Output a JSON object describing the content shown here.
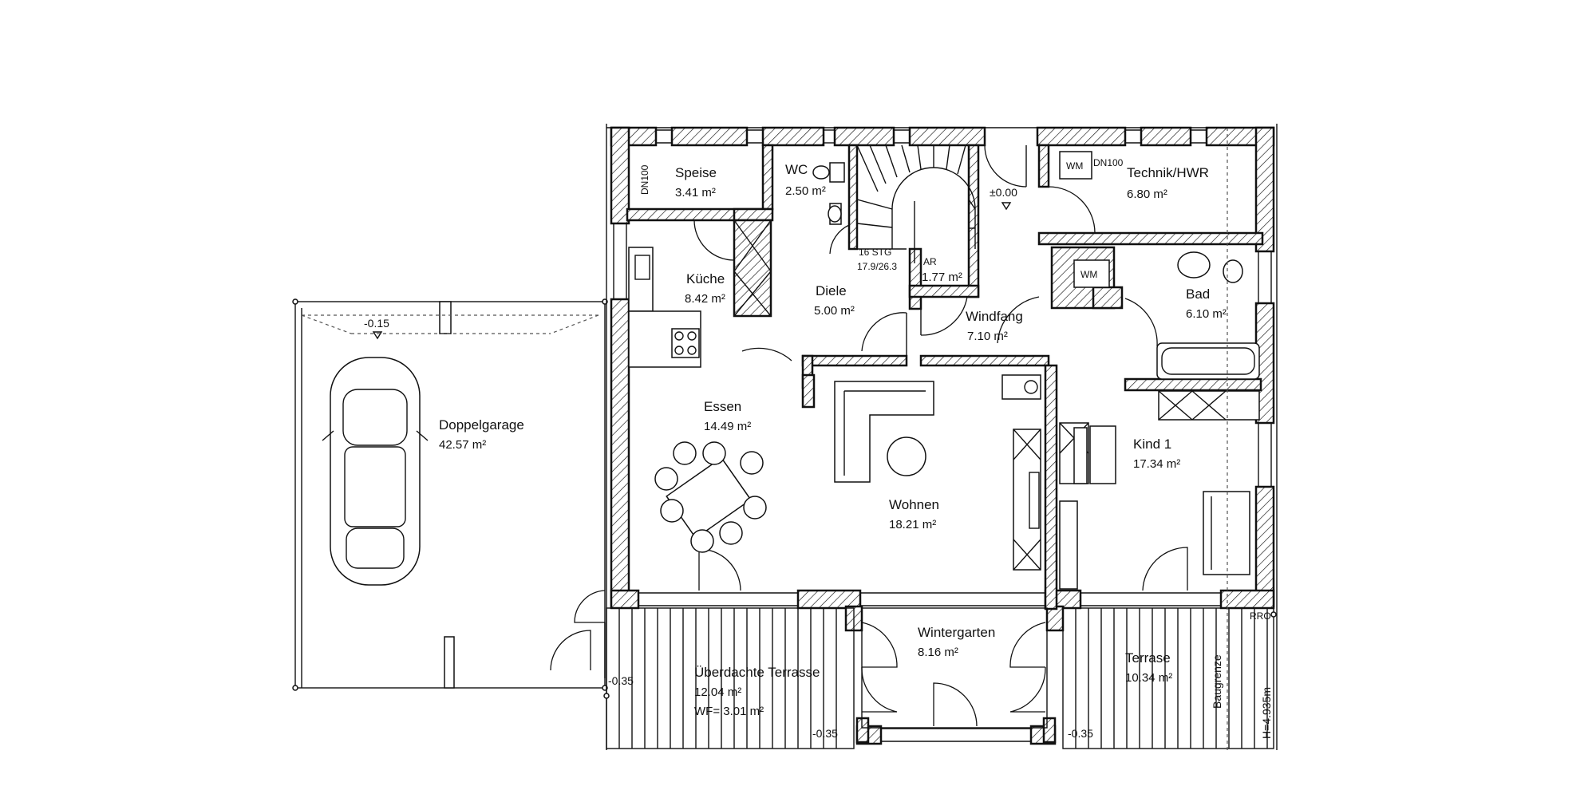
{
  "rooms": [
    {
      "id": "speise",
      "name": "Speise",
      "area": "3.41 m²"
    },
    {
      "id": "wc",
      "name": "WC",
      "area": "2.50 m²"
    },
    {
      "id": "technik",
      "name": "Technik/HWR",
      "area": "6.80 m²"
    },
    {
      "id": "kueche",
      "name": "Küche",
      "area": "8.42 m²"
    },
    {
      "id": "diele",
      "name": "Diele",
      "area": "5.00 m²"
    },
    {
      "id": "ar",
      "name": "AR",
      "area": "1.77 m²"
    },
    {
      "id": "windfang",
      "name": "Windfang",
      "area": "7.10 m²"
    },
    {
      "id": "bad",
      "name": "Bad",
      "area": "6.10 m²"
    },
    {
      "id": "garage",
      "name": "Doppelgarage",
      "area": "42.57 m²"
    },
    {
      "id": "essen",
      "name": "Essen",
      "area": "14.49 m²"
    },
    {
      "id": "wohnen",
      "name": "Wohnen",
      "area": "18.21 m²"
    },
    {
      "id": "kind1",
      "name": "Kind 1",
      "area": "17.34 m²"
    },
    {
      "id": "wintergarten",
      "name": "Wintergarten",
      "area": "8.16 m²"
    },
    {
      "id": "ueberdachte_terrasse",
      "name": "Überdachte Terrasse",
      "area": "12.04 m²",
      "extra": "WF= 3.01 m²"
    },
    {
      "id": "terrasse",
      "name": "Terrase",
      "area": "10.34 m²"
    }
  ],
  "labels": {
    "stairs": "16 STG",
    "stairs_ratio": "17.9/26.3",
    "level_entry": "±0.00",
    "level_garage": "-0.15",
    "level_terrace_left": "-0.35",
    "level_terrace_mid": "-0.35",
    "level_terrace_right": "-0.35",
    "dn_left": "DN100",
    "dn_right": "DN100",
    "wm_1": "WM",
    "wm_2": "WM",
    "baugrenze": "Baugrenze",
    "height": "H=4.935m",
    "rro": "RRO"
  }
}
